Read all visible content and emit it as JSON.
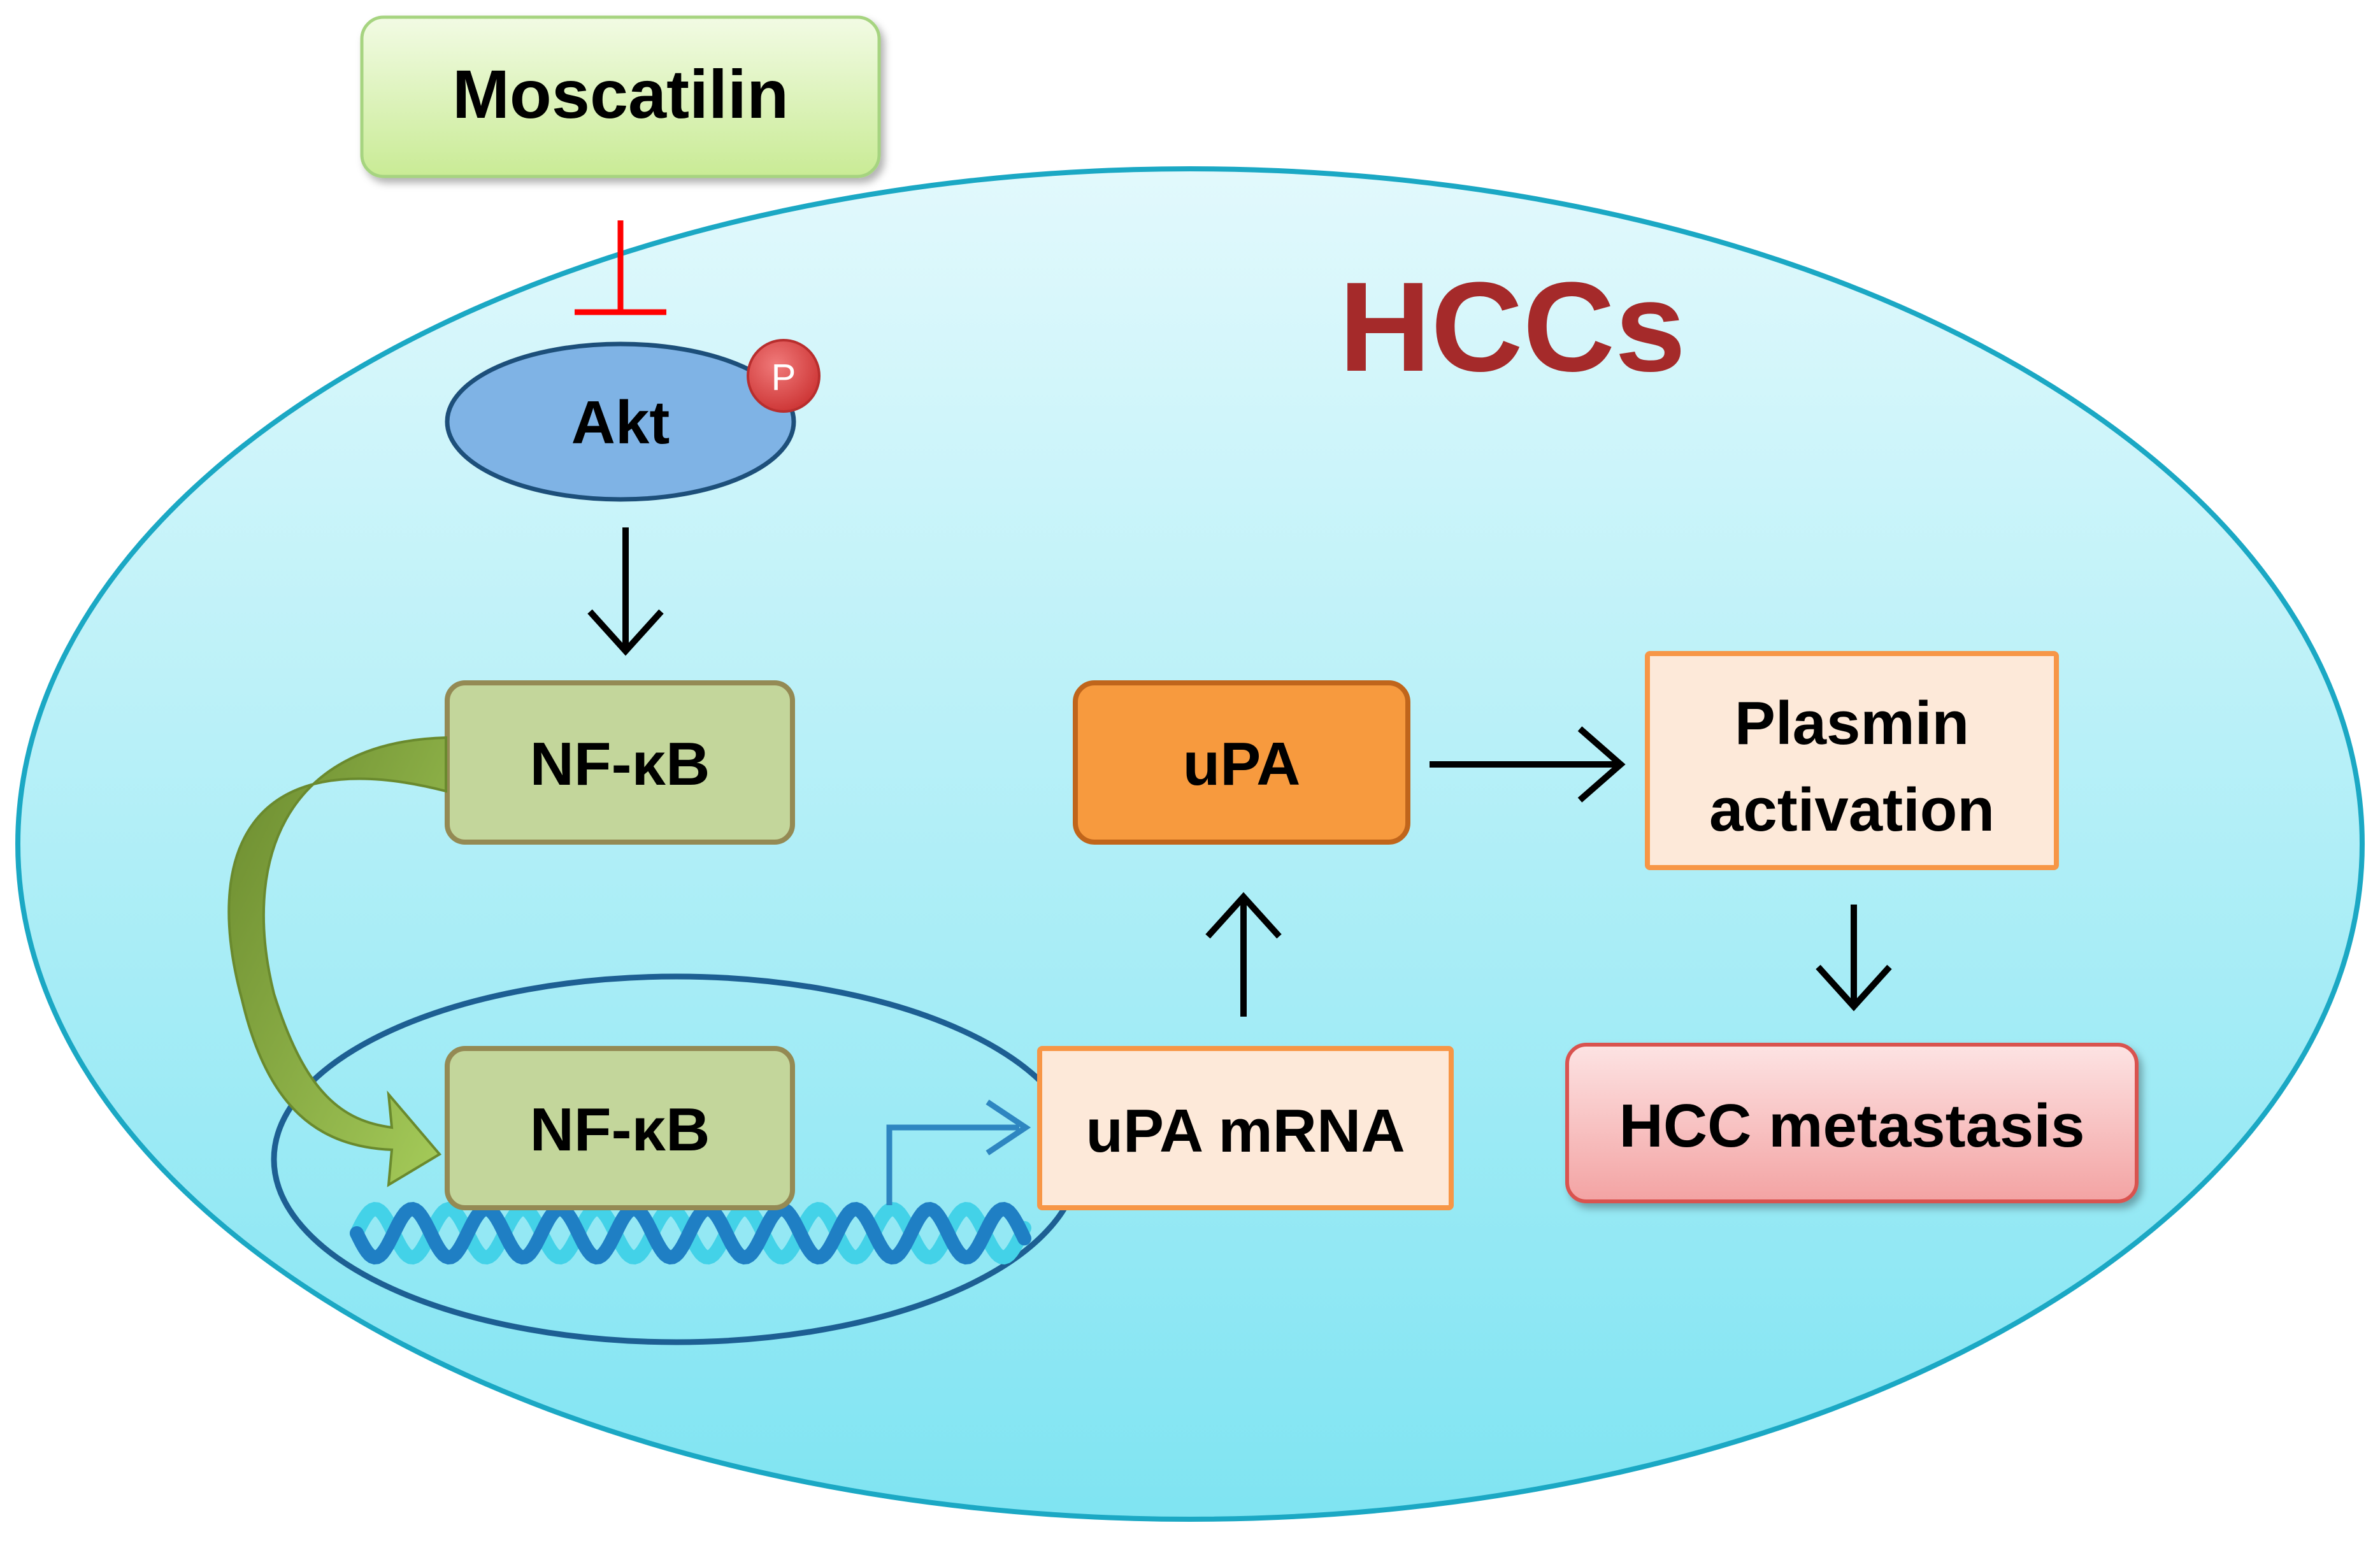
{
  "drug": {
    "label": "Moscatilin"
  },
  "cell": {
    "label": "HCCs"
  },
  "akt": {
    "label": "Akt",
    "phospho_badge": "P"
  },
  "nfkb_cytoplasm": {
    "label": "NF-κB"
  },
  "nfkb_nucleus": {
    "label": "NF-κB"
  },
  "upa_mrna": {
    "label": "uPA mRNA"
  },
  "upa": {
    "label": "uPA"
  },
  "plasmin": {
    "line1": "Plasmin",
    "line2": "activation"
  },
  "metastasis": {
    "label": "HCC metastasis"
  },
  "colors": {
    "cell_fill_top": "#e2f9fc",
    "cell_fill_bottom": "#7fe4f2",
    "cell_border": "#1ba8c4",
    "nucleus_border": "#1d5f93",
    "drug_box": "#d9f2b3",
    "akt_fill": "#7fb3e5",
    "phospho": "#e04848",
    "nfkb_fill": "#c3d69b",
    "nfkb_border": "#948a54",
    "upa_fill": "#f79a3e",
    "orange_border": "#f79646",
    "peach_fill": "#fde9d9",
    "metastasis_fill": "#f6b8b8",
    "metastasis_border": "#d9534f",
    "inhibit": "#ff0000",
    "hccs_text": "#a52a2a",
    "green_arrow": "#77933c",
    "transcription_arrow": "#2e86c1",
    "dna_dark": "#1f7fc4",
    "dna_light": "#43d2e8"
  }
}
